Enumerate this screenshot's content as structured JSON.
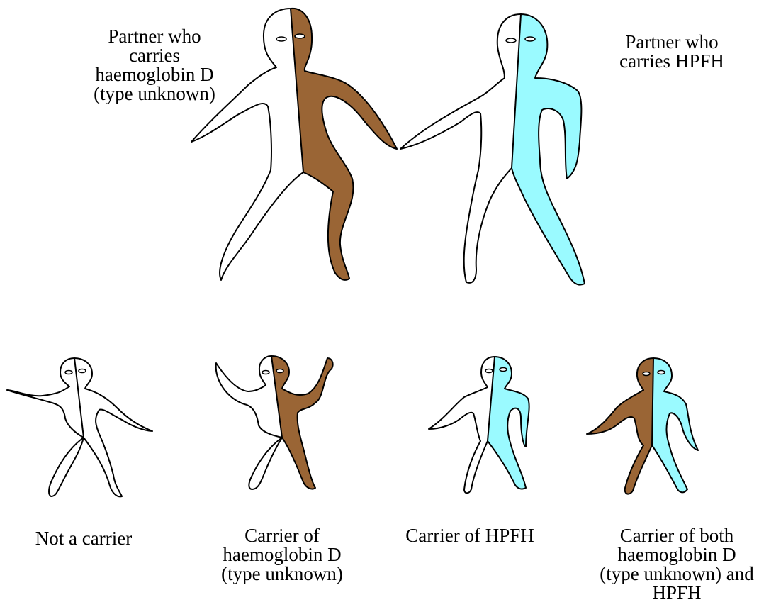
{
  "colors": {
    "haemoglobin_d": "#9a6535",
    "hpfh": "#9afaff",
    "unaffected": "#ffffff",
    "outline": "#000000"
  },
  "parents": {
    "left": {
      "name_lines": [
        "Partner who",
        "carries",
        "haemoglobin D",
        "(type unknown)"
      ],
      "left_half": "unaffected",
      "right_half": "haemoglobin_d"
    },
    "right": {
      "name_lines": [
        "Partner who",
        "carries HPFH"
      ],
      "left_half": "unaffected",
      "right_half": "hpfh"
    }
  },
  "children": [
    {
      "label_lines": [
        "Not a carrier"
      ],
      "left_half": "unaffected",
      "right_half": "unaffected"
    },
    {
      "label_lines": [
        "Carrier of",
        "haemoglobin D",
        "(type unknown)"
      ],
      "left_half": "unaffected",
      "right_half": "haemoglobin_d"
    },
    {
      "label_lines": [
        "Carrier of HPFH"
      ],
      "left_half": "unaffected",
      "right_half": "hpfh"
    },
    {
      "label_lines": [
        "Carrier of both",
        "haemoglobin D",
        "(type unknown) and",
        "HPFH"
      ],
      "left_half": "haemoglobin_d",
      "right_half": "hpfh"
    }
  ]
}
